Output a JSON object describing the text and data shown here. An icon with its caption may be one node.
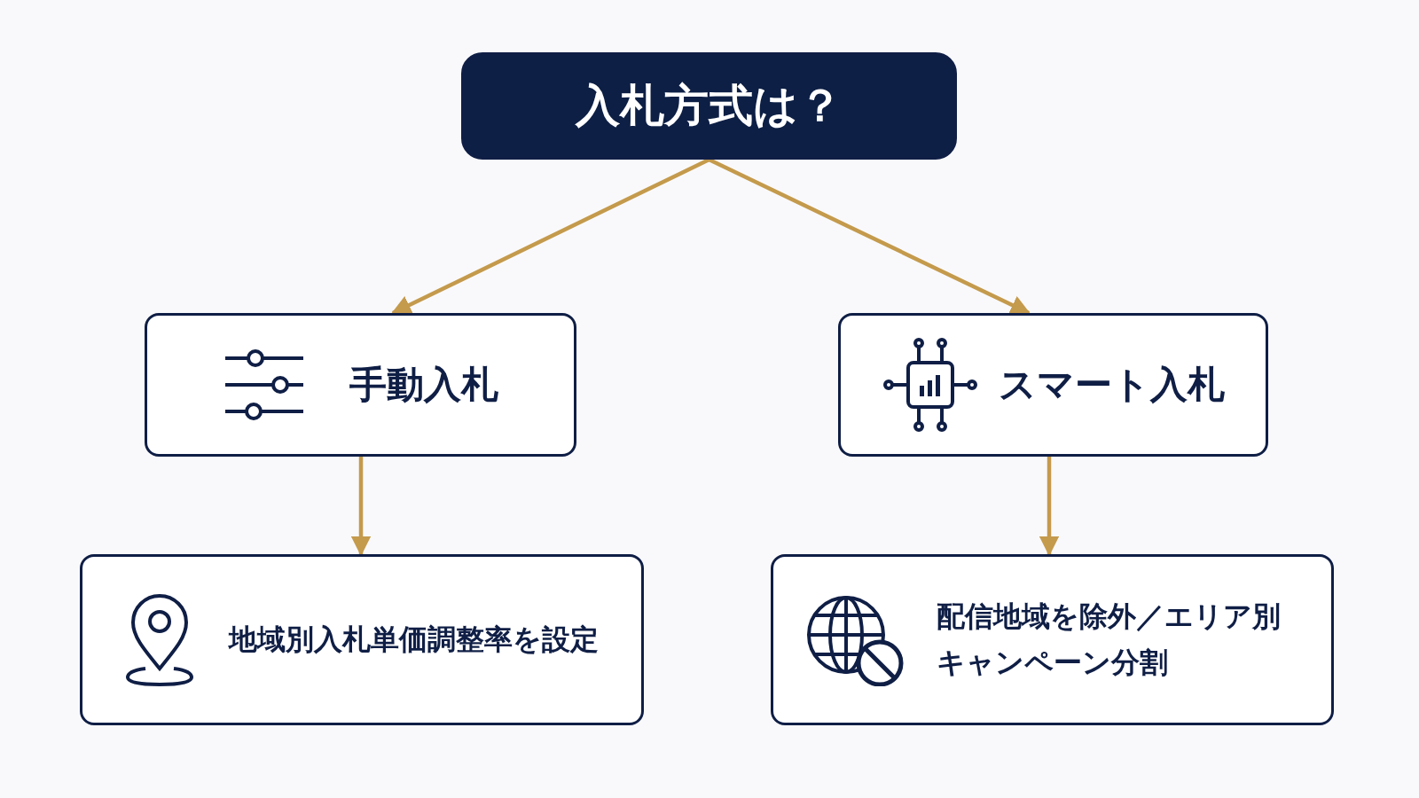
{
  "diagram": {
    "nodes": [
      {
        "text": [
          "入札方式は？"
        ]
      },
      {
        "text": [
          "手動入札"
        ]
      },
      {
        "text": [
          "スマート入札"
        ]
      },
      {
        "text": [
          "地域別入札単価調整率を設定"
        ]
      },
      {
        "text": [
          "配信地域を除外／エリア別キャンペーン分割"
        ]
      }
    ],
    "edges": [
      {
        "from": 0,
        "to": 1,
        "arrow": "to"
      },
      {
        "from": 0,
        "to": 2,
        "arrow": "to"
      },
      {
        "from": 1,
        "to": 3,
        "arrow": "to"
      },
      {
        "from": 2,
        "to": 4,
        "arrow": "to"
      }
    ]
  }
}
